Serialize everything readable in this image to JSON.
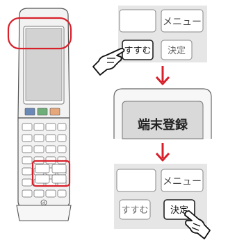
{
  "remote": {
    "buttons_grid_rows": 6,
    "color_keys": [
      "#6b89b8",
      "#6fae79",
      "#e6a77b"
    ]
  },
  "steps": {
    "step1": {
      "left_button_label": "すすむ",
      "menu_button_label": "メニュー",
      "ok_button_label": "決定",
      "pressed": "すすむ"
    },
    "step2": {
      "display_text": "端末登録"
    },
    "step3": {
      "left_button_label": "すすむ",
      "menu_button_label": "メニュー",
      "ok_button_label": "決定",
      "pressed": "決定"
    }
  },
  "colors": {
    "highlight_red": "#d8202a",
    "arrow_red": "#d8202a",
    "panel_gray": "#e6e6e6",
    "display_gray": "#d9d9d9"
  }
}
